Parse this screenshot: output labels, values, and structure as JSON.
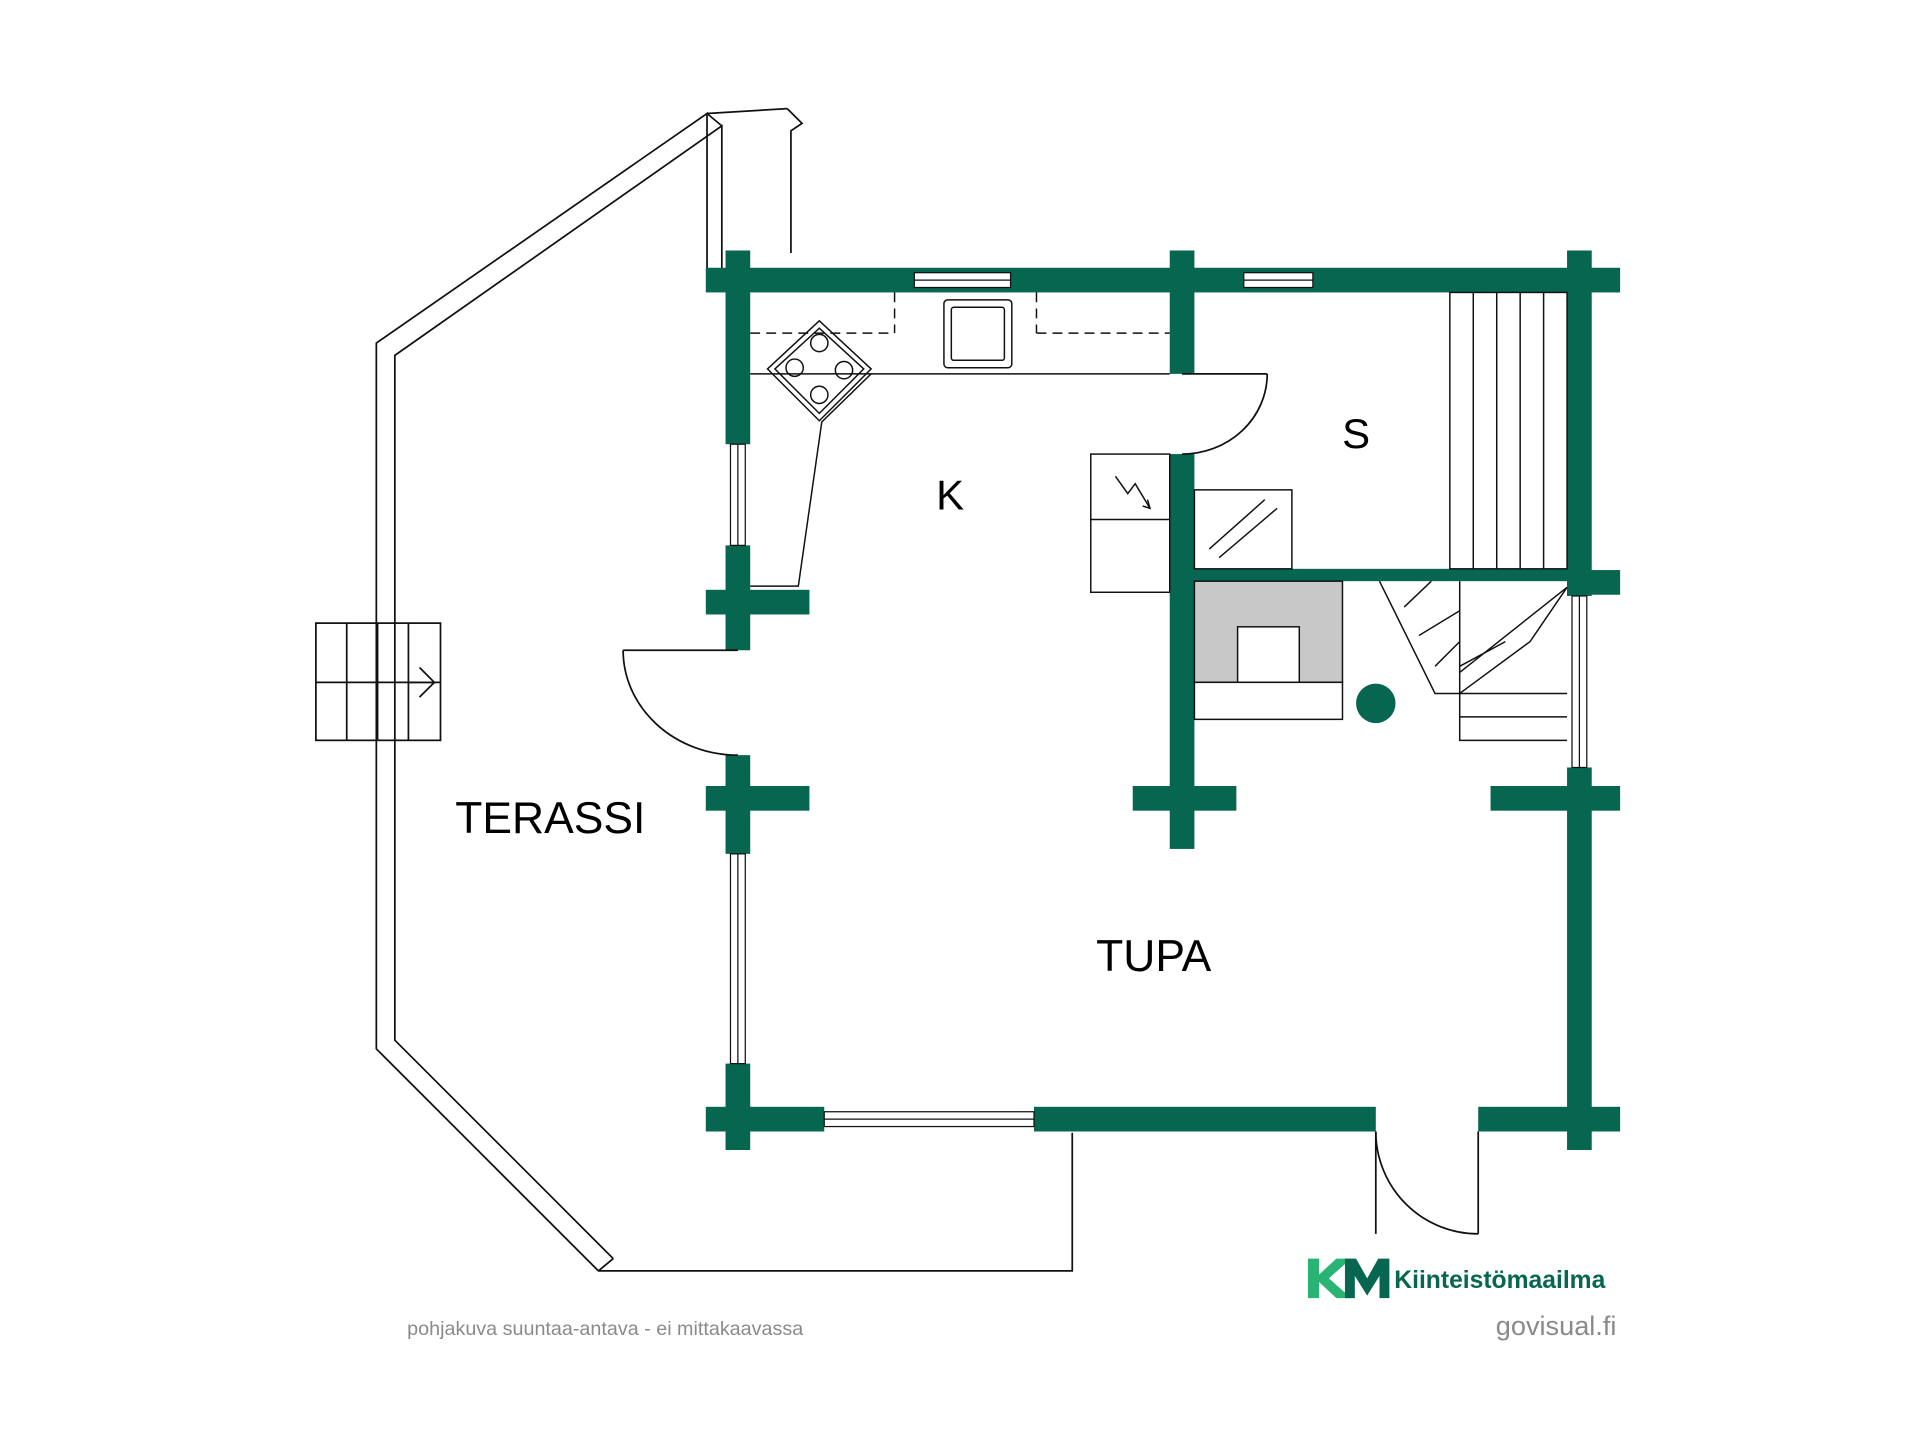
{
  "diagram": {
    "title": "",
    "rooms": {
      "terrace": "TERASSI",
      "kitchen": "K",
      "sauna": "S",
      "living": "TUPA"
    },
    "note": "pohjakuva suuntaa-antava - ei mittakaavassa",
    "brand": {
      "initials": "KM",
      "name": "Kiinteistömaailma",
      "credit": "govisual.fi"
    },
    "colors": {
      "wall": "#066650",
      "line": "#111111",
      "fireplace": "#c8c8c8",
      "brand_green": "#29b473",
      "brand_dark": "#066650",
      "note_gray": "#8a8a8a"
    },
    "icons": {
      "stove": "stove-icon",
      "sink": "sink-icon",
      "electric_stove": "sauna-heater-icon",
      "window_glass": "window-icon",
      "column": "chimney-column-icon"
    }
  }
}
